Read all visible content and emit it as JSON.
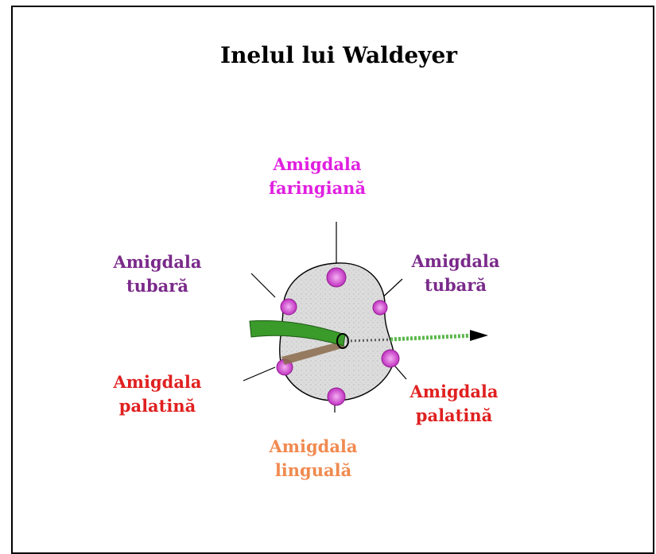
{
  "title": "Inelul lui Waldeyer",
  "labels": {
    "pharyngeal": {
      "line1": "Amigdala",
      "line2": "faringiană",
      "color": "#e020e0"
    },
    "tubal_left": {
      "line1": "Amigdala",
      "line2": "tubară",
      "color": "#7a2a8a"
    },
    "tubal_right": {
      "line1": "Amigdala",
      "line2": "tubară",
      "color": "#7a2a8a"
    },
    "palatine_left": {
      "line1": "Amigdala",
      "line2": "palatină",
      "color": "#e02020"
    },
    "palatine_right": {
      "line1": "Amigdala",
      "line2": "palatină",
      "color": "#e02020"
    },
    "lingual": {
      "line1": "Amigdala",
      "line2": "linguală",
      "color": "#f08a50"
    }
  },
  "colors": {
    "ring_fill": "#dcdcdc",
    "tonsil": "#e070e0",
    "tonsil_dark": "#a020a0",
    "tube_green": "#3a9a2a",
    "arrow_green": "#5ab84a"
  }
}
